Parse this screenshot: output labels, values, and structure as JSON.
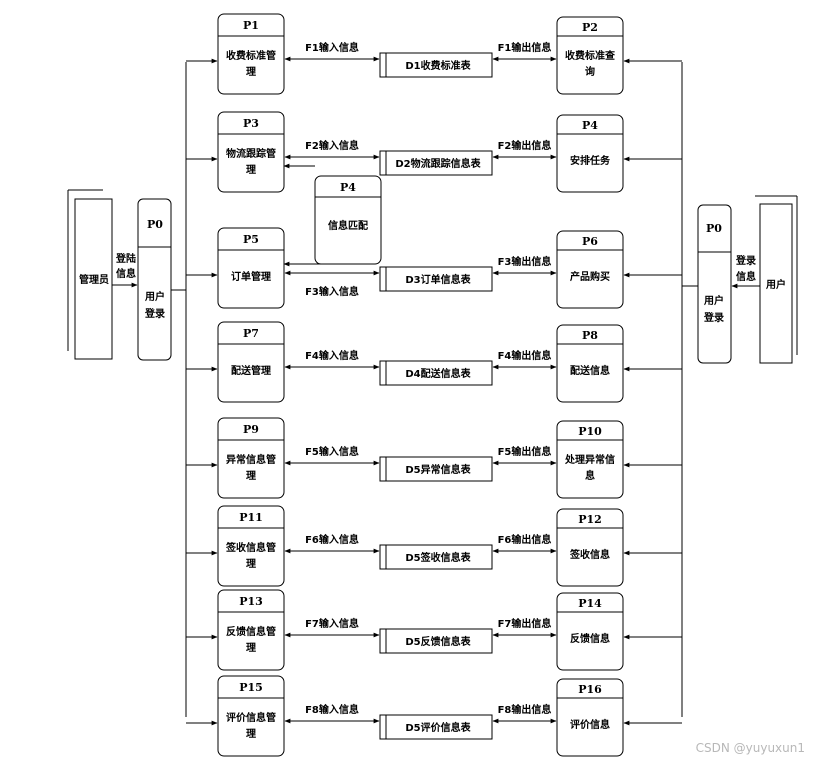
{
  "admin_entity": "管理员",
  "user_entity": "用户",
  "p0_left": {
    "id": "P0",
    "name_lines": [
      "用户",
      "登录"
    ]
  },
  "p0_right": {
    "id": "P0",
    "name_lines": [
      "用户",
      "登录"
    ]
  },
  "admin_flow_lines": [
    "登陆",
    "信息"
  ],
  "user_flow_lines": [
    "登录",
    "信息"
  ],
  "p4": {
    "id": "P4",
    "name": "信息匹配"
  },
  "rows": [
    {
      "lp": {
        "id": "P1",
        "name_lines": [
          "收费标准管",
          "理"
        ]
      },
      "in_flow": "F1输入信息",
      "store": "D1收费标准表",
      "out_flow": "F1输出信息",
      "rp": {
        "id": "P2",
        "name_lines": [
          "收费标准查",
          "询"
        ]
      }
    },
    {
      "lp": {
        "id": "P3",
        "name_lines": [
          "物流跟踪管",
          "理"
        ]
      },
      "in_flow": "F2输入信息",
      "store": "D2物流跟踪信息表",
      "out_flow": "F2输出信息",
      "rp": {
        "id": "P4",
        "name_lines": [
          "安排任务"
        ]
      }
    },
    {
      "lp": {
        "id": "P5",
        "name_lines": [
          "订单管理"
        ]
      },
      "in_flow": "F3输入信息",
      "store": "D3订单信息表",
      "out_flow": "F3输出信息",
      "rp": {
        "id": "P6",
        "name_lines": [
          "产品购买"
        ]
      }
    },
    {
      "lp": {
        "id": "P7",
        "name_lines": [
          "配送管理"
        ]
      },
      "in_flow": "F4输入信息",
      "store": "D4配送信息表",
      "out_flow": "F4输出信息",
      "rp": {
        "id": "P8",
        "name_lines": [
          "配送信息"
        ]
      }
    },
    {
      "lp": {
        "id": "P9",
        "name_lines": [
          "异常信息管",
          "理"
        ]
      },
      "in_flow": "F5输入信息",
      "store": "D5异常信息表",
      "out_flow": "F5输出信息",
      "rp": {
        "id": "P10",
        "name_lines": [
          "处理异常信",
          "息"
        ]
      }
    },
    {
      "lp": {
        "id": "P11",
        "name_lines": [
          "签收信息管",
          "理"
        ]
      },
      "in_flow": "F6输入信息",
      "store": "D5签收信息表",
      "out_flow": "F6输出信息",
      "rp": {
        "id": "P12",
        "name_lines": [
          "签收信息"
        ]
      }
    },
    {
      "lp": {
        "id": "P13",
        "name_lines": [
          "反馈信息管",
          "理"
        ]
      },
      "in_flow": "F7输入信息",
      "store": "D5反馈信息表",
      "out_flow": "F7输出信息",
      "rp": {
        "id": "P14",
        "name_lines": [
          "反馈信息"
        ]
      }
    },
    {
      "lp": {
        "id": "P15",
        "name_lines": [
          "评价信息管",
          "理"
        ]
      },
      "in_flow": "F8输入信息",
      "store": "D5评价信息表",
      "out_flow": "F8输出信息",
      "rp": {
        "id": "P16",
        "name_lines": [
          "评价信息"
        ]
      }
    }
  ],
  "watermark": "CSDN @yuyuxun1"
}
